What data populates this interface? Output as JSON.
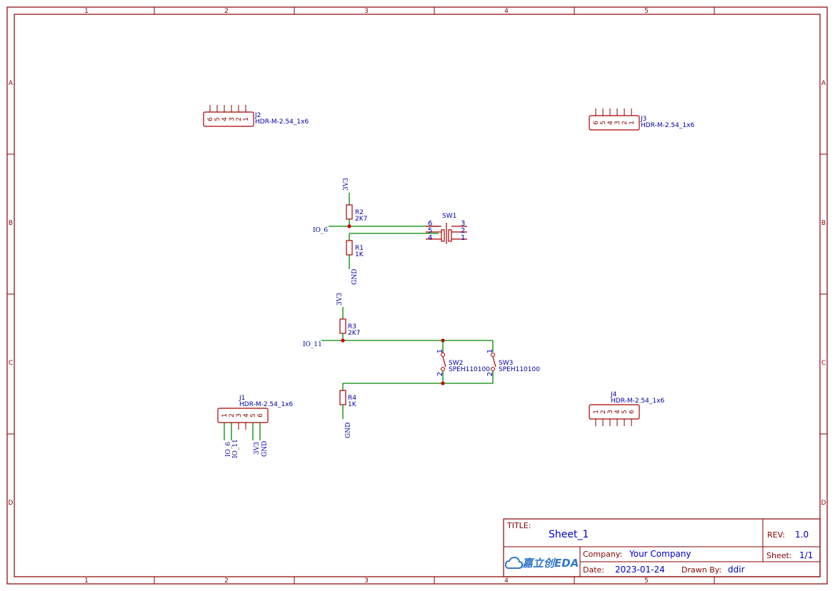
{
  "sheet": {
    "columns": [
      "1",
      "2",
      "3",
      "4",
      "5"
    ],
    "rows": [
      "A",
      "B",
      "C",
      "D"
    ]
  },
  "components": {
    "j1": {
      "ref": "J1",
      "value": "HDR-M-2.54_1x6",
      "pins": [
        "1",
        "2",
        "3",
        "4",
        "5",
        "6"
      ]
    },
    "j2": {
      "ref": "J2",
      "value": "HDR-M-2.54_1x6",
      "pins": [
        "6",
        "5",
        "4",
        "3",
        "2",
        "1"
      ]
    },
    "j3": {
      "ref": "J3",
      "value": "HDR-M-2.54_1x6",
      "pins": [
        "6",
        "5",
        "4",
        "3",
        "2",
        "1"
      ]
    },
    "j4": {
      "ref": "J4",
      "value": "HDR-M-2.54_1x6",
      "pins": [
        "1",
        "2",
        "3",
        "4",
        "5",
        "6"
      ]
    },
    "r1": {
      "ref": "R1",
      "value": "1K"
    },
    "r2": {
      "ref": "R2",
      "value": "2K7"
    },
    "r3": {
      "ref": "R3",
      "value": "2K7"
    },
    "r4": {
      "ref": "R4",
      "value": "1K"
    },
    "sw1": {
      "ref": "SW1",
      "pins_left": [
        "6",
        "5",
        "4"
      ],
      "pins_right": [
        "3",
        "2",
        "1"
      ]
    },
    "sw2": {
      "ref": "SW2",
      "value": "SPEH110100",
      "pin_top": "1",
      "pin_bottom": "2"
    },
    "sw3": {
      "ref": "SW3",
      "value": "SPEH110100",
      "pin_top": "1",
      "pin_bottom": "2"
    }
  },
  "nets": {
    "v3_top": "3V3",
    "gnd_top": "GND",
    "io6": "IO_6",
    "v3_mid": "3V3",
    "io11": "IO_11",
    "gnd_mid": "GND",
    "j1_io6": "IO_6",
    "j1_io11": "IO_11",
    "j1_3v3": "3V3",
    "j1_gnd": "GND"
  },
  "title_block": {
    "title_label": "TITLE:",
    "title": "Sheet_1",
    "rev_label": "REV:",
    "rev": "1.0",
    "company_label": "Company:",
    "company": "Your Company",
    "sheet_label": "Sheet:",
    "sheet": "1/1",
    "date_label": "Date:",
    "date": "2023-01-24",
    "drawn_label": "Drawn By:",
    "drawn_by": "ddir",
    "logo": "嘉立创EDA"
  },
  "colors": {
    "frame": "#880000",
    "wire": "#008800",
    "text": "#0000aa",
    "junction": "#cc0000"
  }
}
